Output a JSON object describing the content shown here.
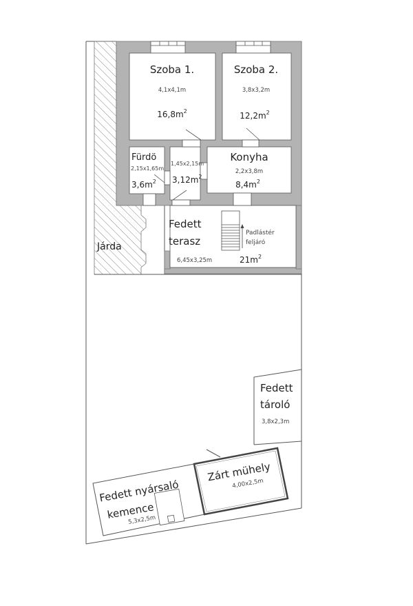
{
  "plan": {
    "rooms": [
      {
        "name": "Szoba 1.",
        "dims": "4,1x4,1m",
        "area": "16,8m",
        "sup": "2"
      },
      {
        "name": "Szoba 2.",
        "dims": "3,8x3,2m",
        "area": "12,2m",
        "sup": "2"
      },
      {
        "name": "Fürdö",
        "dims": "2,15x1,65m",
        "area": "3,6m",
        "sup": "2"
      },
      {
        "name": "",
        "dims": "1,45x2,15m",
        "area": "3,12m",
        "sup": "2"
      },
      {
        "name": "Konyha",
        "dims": "2,2x3,8m",
        "area": "8,4m",
        "sup": "2"
      },
      {
        "name_line1": "Fedett",
        "name_line2": "terasz",
        "dims": "6,45x3,25m",
        "area": "21m",
        "sup": "2"
      }
    ],
    "stairs": {
      "line1": "Padlástér",
      "line2": "feljáró"
    },
    "sidewalk": "Járda",
    "storage": {
      "line1": "Fedett",
      "line2": "tároló",
      "dims": "3,8x2,3m"
    },
    "workshop": {
      "name": "Zárt mühely",
      "dims": "4,00x2,5m"
    },
    "oven": {
      "line1": "Fedett nyársaló",
      "line2": "kemence",
      "dims": "5,3x2,5m"
    }
  }
}
